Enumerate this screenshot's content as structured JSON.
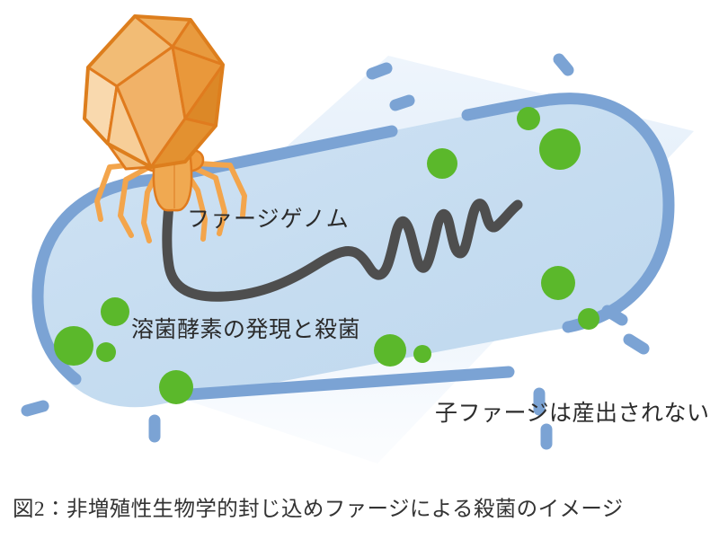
{
  "figure": {
    "caption": "図2：非増殖性生物学的封じ込めファージによる殺菌のイメージ",
    "background_color": "#ffffff"
  },
  "labels": {
    "phage_genome": "ファージゲノム",
    "lysis_enzyme": "溶菌酵素の発現と殺菌",
    "no_progeny": "子ファージは産出されない"
  },
  "colors": {
    "phage_outline": "#E07B1E",
    "phage_face_lightest": "#F9D9AE",
    "phage_face_light": "#F6C98D",
    "phage_face_mid": "#F0A951",
    "phage_face_mid2": "#EC9A3B",
    "phage_face_dark": "#DD8626",
    "phage_face_darkest": "#D3761A",
    "phage_tail": "#EF9B3C",
    "phage_leg": "#F3A54C",
    "membrane_blue": "#7BA3D4",
    "cytoplasm_fill": "#C5DCF0",
    "cytoplasm_glow": "#DCEAF8",
    "enzyme_green": "#5BB82B",
    "genome_gray": "#4E4E4E",
    "caption_text": "#333333",
    "label_text": "#2b2b2b"
  },
  "elements": {
    "phage": {
      "name": "bacteriophage",
      "head_shape": "icosahedron",
      "facet_count": 10,
      "tail_fiber_count": 6
    },
    "bacterium": {
      "name": "bacterial-cell",
      "shape": "rod",
      "membrane_state": "ruptured",
      "membrane_break_count": 7
    },
    "enzymes": {
      "name": "lytic-enzyme-particles",
      "count": 11
    },
    "genome": {
      "name": "injected-phage-genome",
      "style": "wavy-strand-with-zigzag"
    }
  }
}
